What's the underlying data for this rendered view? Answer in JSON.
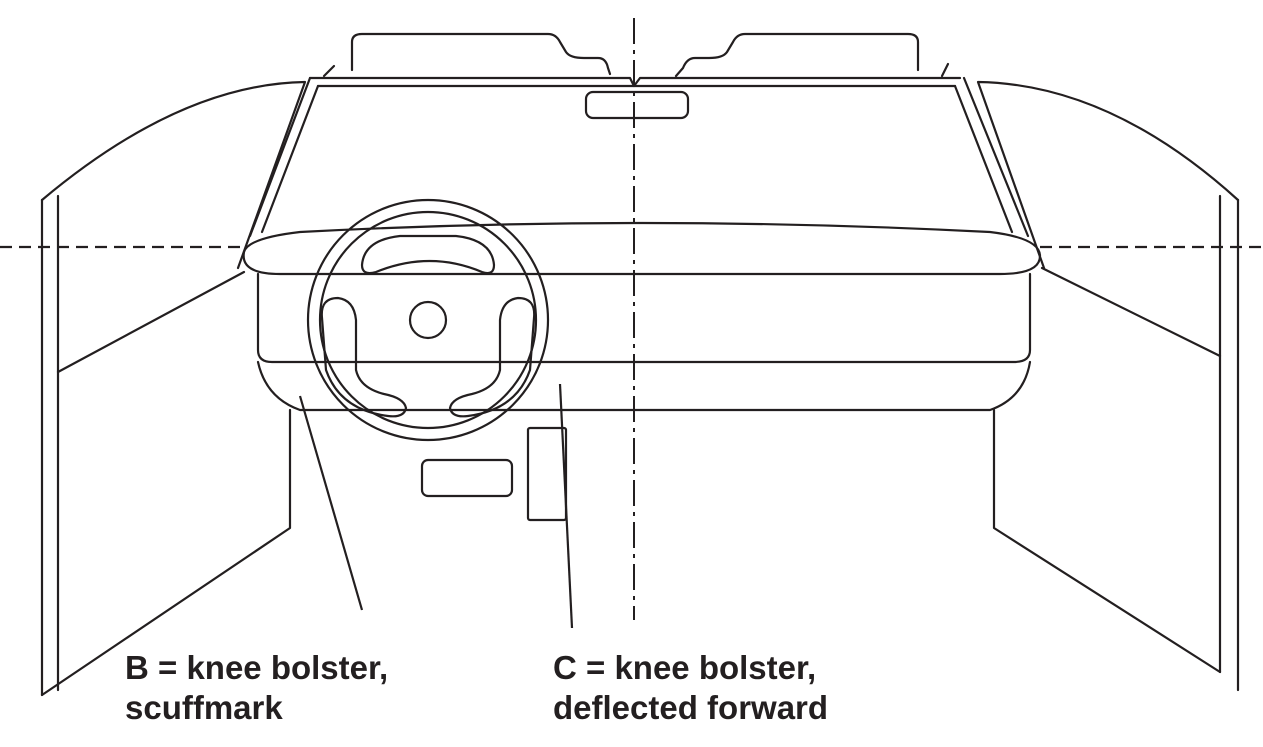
{
  "labels": {
    "b": {
      "line1": "B = knee bolster,",
      "line2": "scuffmark"
    },
    "c": {
      "line1": "C = knee bolster,",
      "line2": "deflected forward"
    }
  },
  "colors": {
    "ink": "#231f20",
    "background": "#ffffff"
  },
  "icons": [
    "steering-wheel-icon",
    "rearview-mirror-icon",
    "wiper-icon"
  ]
}
